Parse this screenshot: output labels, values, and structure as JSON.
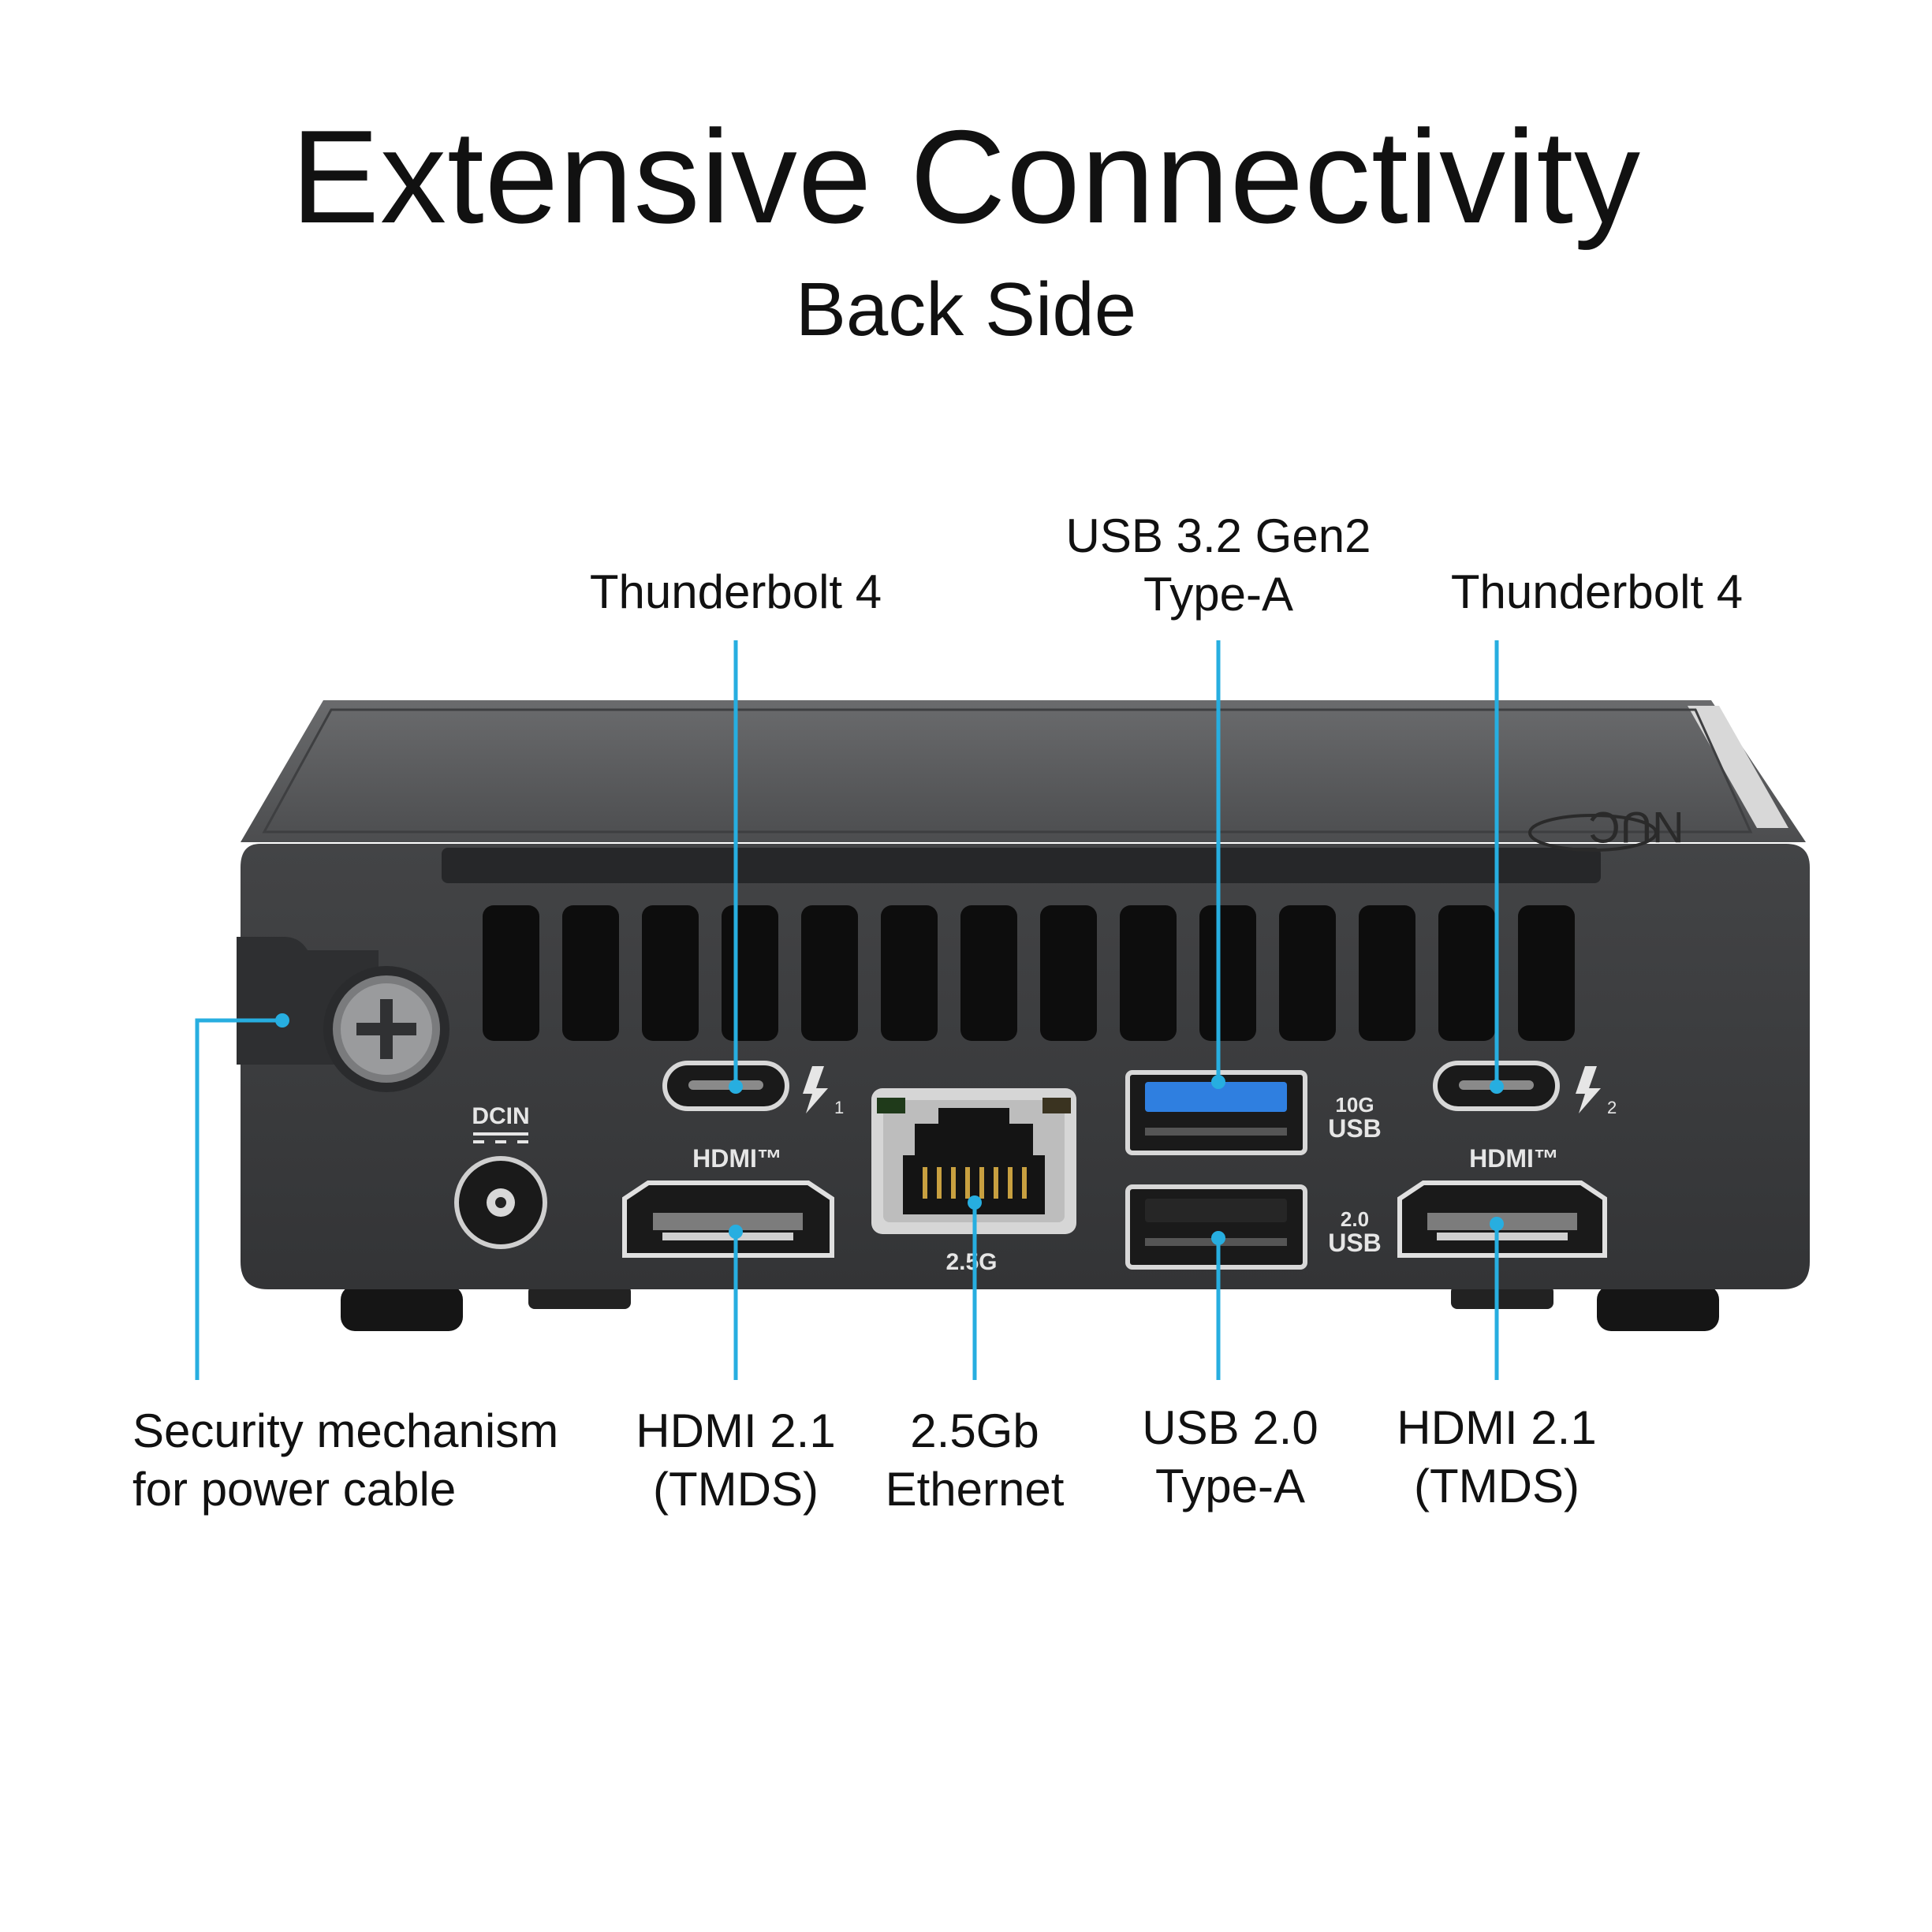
{
  "header": {
    "title": "Extensive Connectivity",
    "subtitle": "Back Side"
  },
  "callouts": {
    "thunderbolt_left": {
      "line1": "Thunderbolt  4"
    },
    "usb32": {
      "line1": "USB 3.2 Gen2",
      "line2": "Type-A"
    },
    "thunderbolt_right": {
      "line1": "Thunderbolt  4"
    },
    "security": {
      "line1": "Security mechanism",
      "line2": "for power cable"
    },
    "hdmi_left": {
      "line1": "HDMI 2.1",
      "line2": "(TMDS)"
    },
    "ethernet": {
      "line1": "2.5Gb",
      "line2": "Ethernet"
    },
    "usb20": {
      "line1": "USB 2.0",
      "line2": "Type-A"
    },
    "hdmi_right": {
      "line1": "HDMI 2.1",
      "line2": "(TMDS)"
    }
  },
  "device_markings": {
    "dcin": "DCIN",
    "hdmi_logo": "HDMI™",
    "lan_speed": "2.5G",
    "usb10g_top": "10G",
    "usb10g_bottom": "USB",
    "usb20_top": "2.0",
    "usb20_bottom": "USB",
    "tb_port_1": "1",
    "tb_port_2": "2",
    "brand": "NUC"
  },
  "colors": {
    "callout_line": "#27aee0",
    "chassis": "#3a3b3d",
    "lid": "#5a5b5d",
    "usb3_blue": "#2f7fe0"
  }
}
